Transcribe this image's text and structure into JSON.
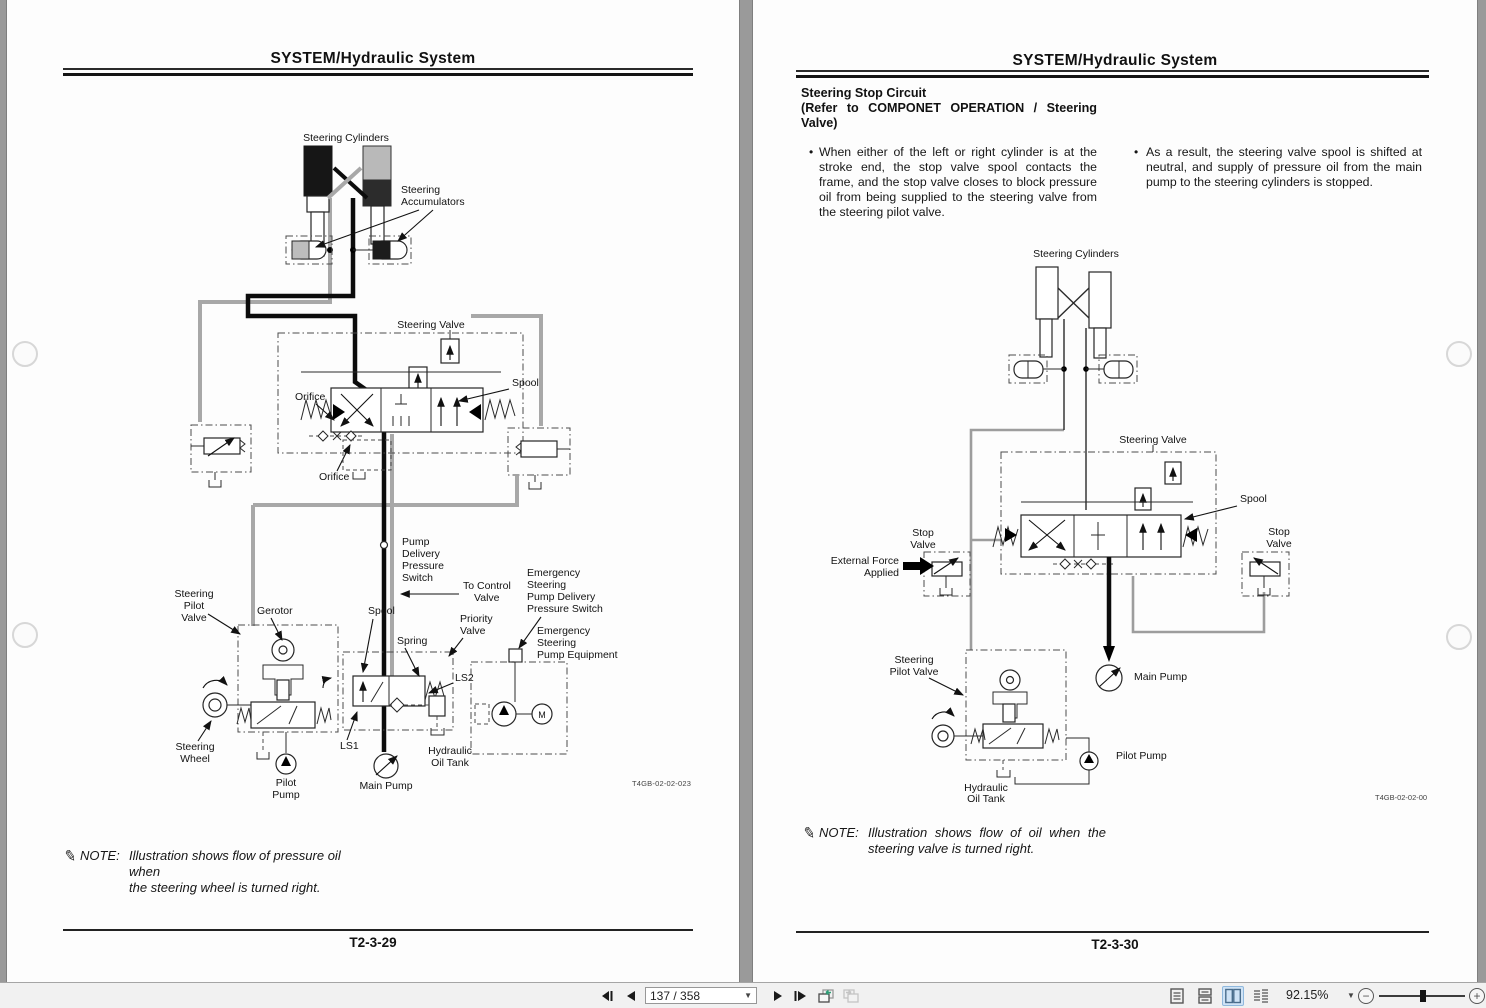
{
  "left_page": {
    "header_title": "SYSTEM/Hydraulic System",
    "figure_code": "T4GB-02-02-023",
    "note": {
      "label": "NOTE:",
      "lines": [
        "Illustration shows flow of pressure oil when",
        "the steering wheel is turned right."
      ]
    },
    "footer_page_number": "T2-3-29",
    "labels": {
      "steering_cylinders": "Steering Cylinders",
      "steering_accumulators": [
        "Steering",
        "Accumulators"
      ],
      "steering_valve": "Steering Valve",
      "spool_upper": "Spool",
      "orifice_upper": "Orifice",
      "orifice_lower": "Orifice",
      "pump_delivery_pressure_switch": [
        "Pump",
        "Delivery",
        "Pressure",
        "Switch"
      ],
      "to_control_valve": [
        "To Control",
        "Valve"
      ],
      "priority_valve": [
        "Priority",
        "Valve"
      ],
      "emergency_sw": [
        "Emergency",
        "Steering",
        "Pump Delivery",
        "Pressure Switch"
      ],
      "emergency_equip": [
        "Emergency",
        "Steering",
        "Pump Equipment"
      ],
      "steering_pilot_valve": [
        "Steering",
        "Pilot",
        "Valve"
      ],
      "gerotor": "Gerotor",
      "spool_lower": "Spool",
      "spring": "Spring",
      "ls1": "LS1",
      "ls2": "LS2",
      "steering_wheel": [
        "Steering",
        "Wheel"
      ],
      "pilot_pump": [
        "Pilot",
        "Pump"
      ],
      "main_pump": "Main Pump",
      "hydraulic_oil_tank": [
        "Hydraulic",
        "Oil Tank"
      ],
      "motor_m": "M"
    }
  },
  "right_page": {
    "header_title": "SYSTEM/Hydraulic System",
    "section_title": "Steering Stop Circuit",
    "section_subtitle_line1": "(Refer to COMPONET OPERATION / Steering",
    "section_subtitle_line2": "Valve)",
    "bullet_marker": "•",
    "bullet_1": "When either of the left or right cylinder is at the stroke end, the stop valve spool contacts the frame, and the stop valve closes to block pressure oil from being supplied to the steering valve from the steering pilot valve.",
    "bullet_2": "As a result, the steering valve spool is shifted at neutral, and supply of pressure oil from the main pump to the steering cylinders is stopped.",
    "figure_code": "T4GB-02-02-00",
    "note": {
      "label": "NOTE:",
      "lines": [
        "Illustration shows flow of oil when the",
        "steering valve is turned right."
      ]
    },
    "footer_page_number": "T2-3-30",
    "labels": {
      "steering_cylinders": "Steering Cylinders",
      "steering_valve": "Steering Valve",
      "spool": "Spool",
      "stop_valve_left": [
        "Stop",
        "Valve"
      ],
      "stop_valve_right": [
        "Stop",
        "Valve"
      ],
      "external_force_applied": [
        "External Force",
        "Applied"
      ],
      "steering_pilot_valve": [
        "Steering",
        "Pilot Valve"
      ],
      "main_pump": "Main Pump",
      "pilot_pump": "Pilot Pump",
      "hydraulic_oil_tank": [
        "Hydraulic",
        "Oil Tank"
      ]
    }
  },
  "toolbar": {
    "page_indicator": "137 / 358",
    "zoom_percent": "92.15%"
  }
}
